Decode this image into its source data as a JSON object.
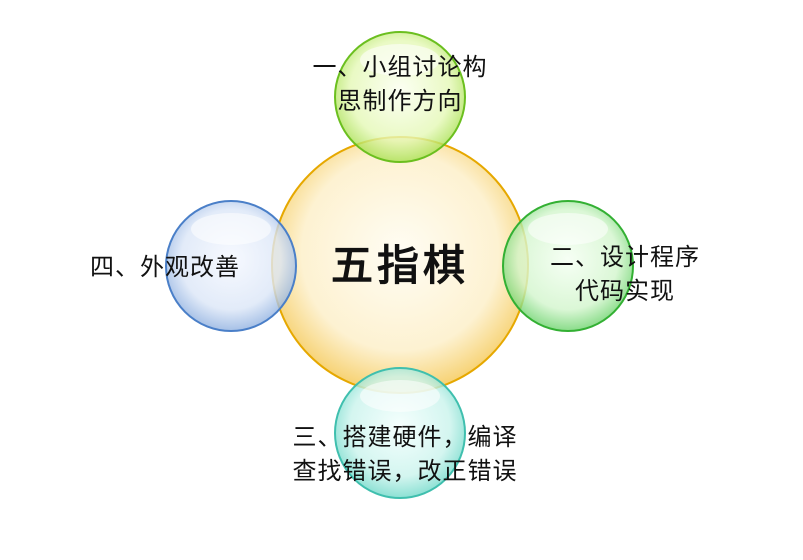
{
  "center": {
    "title": "五指棋",
    "color": "#f5b800"
  },
  "top": {
    "text": "一、小组讨论构\n思制作方向",
    "color": "#7ed321"
  },
  "right": {
    "text": "二、设计程序\n代码实现",
    "color": "#3cc43c"
  },
  "bottom": {
    "text": "三、搭建硬件，编译\n查找错误，改正错误",
    "color": "#4fd1c5"
  },
  "left": {
    "text": "四、外观改善",
    "color": "#5b8fd6"
  }
}
